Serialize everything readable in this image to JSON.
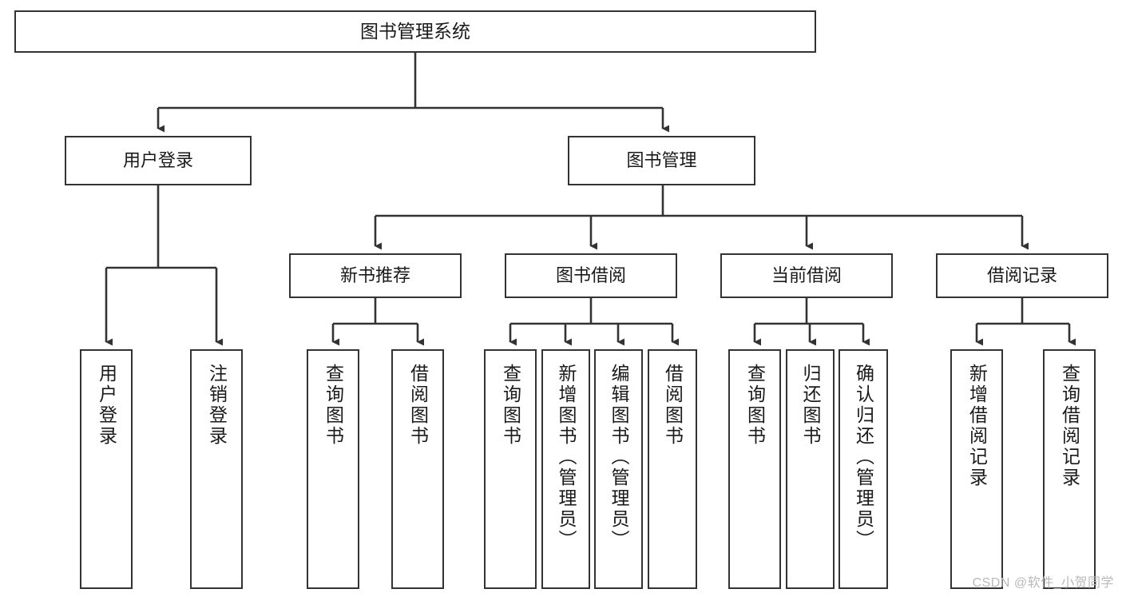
{
  "diagram": {
    "title": "图书管理系统",
    "type": "tree-hierarchy-chart",
    "watermark": "CSDN @软件_小贺同学",
    "colors": {
      "box_border": "#333333",
      "box_fill": "#ffffff",
      "edge": "#333333",
      "text": "#1a1a1a",
      "watermark": "#b9b9b9",
      "background": "#ffffff"
    },
    "nodes": {
      "root": {
        "label": "图书管理系统"
      },
      "level2": [
        {
          "id": "user-login",
          "label": "用户登录"
        },
        {
          "id": "book-management",
          "label": "图书管理"
        }
      ],
      "level3": [
        {
          "id": "new-book-recommend",
          "label": "新书推荐"
        },
        {
          "id": "book-borrow",
          "label": "图书借阅"
        },
        {
          "id": "current-borrow",
          "label": "当前借阅"
        },
        {
          "id": "borrow-record",
          "label": "借阅记录"
        }
      ],
      "leaves": {
        "user_login": [
          {
            "id": "leaf-user-login",
            "label": "用户登录"
          },
          {
            "id": "leaf-user-logout",
            "label": "注销登录"
          }
        ],
        "new_book_recommend": [
          {
            "id": "leaf-query-book-1",
            "label": "查询图书"
          },
          {
            "id": "leaf-borrow-book-1",
            "label": "借阅图书"
          }
        ],
        "book_borrow": [
          {
            "id": "leaf-query-book-2",
            "label": "查询图书"
          },
          {
            "id": "leaf-add-book",
            "label": "新增图书（管理员）"
          },
          {
            "id": "leaf-edit-book",
            "label": "编辑图书（管理员）"
          },
          {
            "id": "leaf-borrow-book-2",
            "label": "借阅图书"
          }
        ],
        "current_borrow": [
          {
            "id": "leaf-query-book-3",
            "label": "查询图书"
          },
          {
            "id": "leaf-return-book",
            "label": "归还图书"
          },
          {
            "id": "leaf-confirm-return",
            "label": "确认归还（管理员）"
          }
        ],
        "borrow_record": [
          {
            "id": "leaf-add-record",
            "label": "新增借阅记录"
          },
          {
            "id": "leaf-query-record",
            "label": "查询借阅记录"
          }
        ]
      }
    }
  }
}
